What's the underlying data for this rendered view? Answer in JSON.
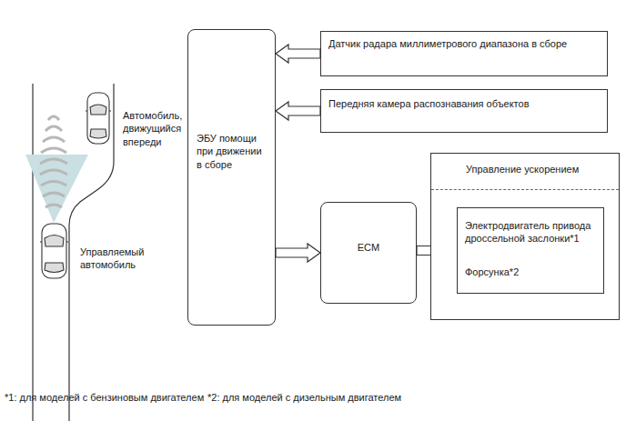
{
  "diagram": {
    "nodes": [
      {
        "text": [
          "ЭБУ помощи при движении в сборе"
        ]
      },
      {
        "text": [
          "Датчик радара миллиметрового диапазона в сборе"
        ]
      },
      {
        "text": [
          "Передняя камера распознавания объектов"
        ]
      },
      {
        "text": [
          "ECM"
        ]
      },
      {
        "text": [
          "Управление ускорением"
        ]
      },
      {
        "text": [
          "Электродвигатель привода дроссельной заслонки*1",
          "Форсунка*2"
        ],
        "in": 4
      }
    ],
    "edges": [
      {
        "from": 1,
        "to": 0,
        "arrow": "to"
      },
      {
        "from": 2,
        "to": 0,
        "arrow": "to"
      },
      {
        "from": 0,
        "to": 3,
        "arrow": "to"
      },
      {
        "from": 3,
        "to": 5,
        "arrow": "to"
      }
    ],
    "labels": [
      "Автомобиль, движущийся впереди",
      "Управляемый автомобиль",
      "*1: для моделей с бензиновым двигателем",
      "*2: для моделей с дизельным двигателем"
    ]
  }
}
